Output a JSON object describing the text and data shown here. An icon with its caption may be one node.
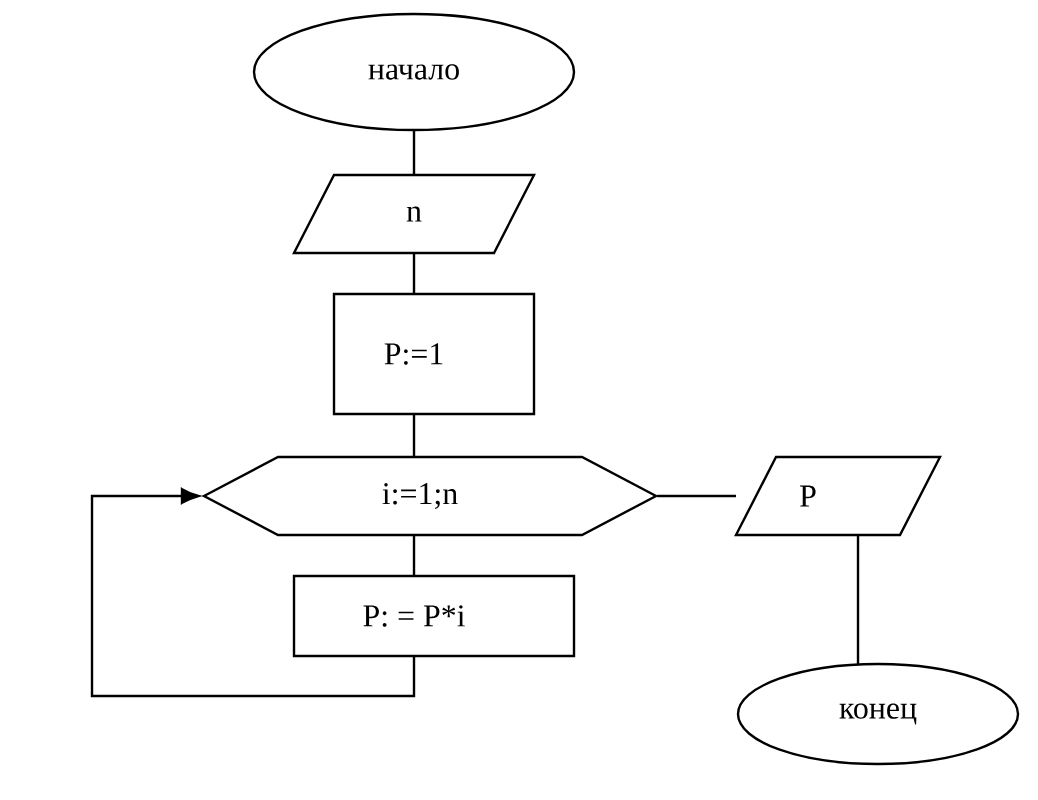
{
  "diagram": {
    "nodes": [
      {
        "text": [
          "начало"
        ]
      },
      {
        "text": [
          "n"
        ]
      },
      {
        "text": [
          "P:=1"
        ]
      },
      {
        "text": [
          "i:=1;n"
        ]
      },
      {
        "text": [
          "P: = P*i"
        ]
      },
      {
        "text": [
          "P"
        ]
      },
      {
        "text": [
          "конец"
        ]
      }
    ],
    "edges": [
      {
        "from": 0,
        "to": 1,
        "arrow": "none"
      },
      {
        "from": 1,
        "to": 2,
        "arrow": "none"
      },
      {
        "from": 2,
        "to": 3,
        "arrow": "none"
      },
      {
        "from": 3,
        "to": 4,
        "arrow": "none"
      },
      {
        "from": 4,
        "to": 3,
        "arrow": "to"
      },
      {
        "from": 3,
        "to": 5,
        "arrow": "none"
      },
      {
        "from": 5,
        "to": 6,
        "arrow": "none"
      }
    ]
  }
}
